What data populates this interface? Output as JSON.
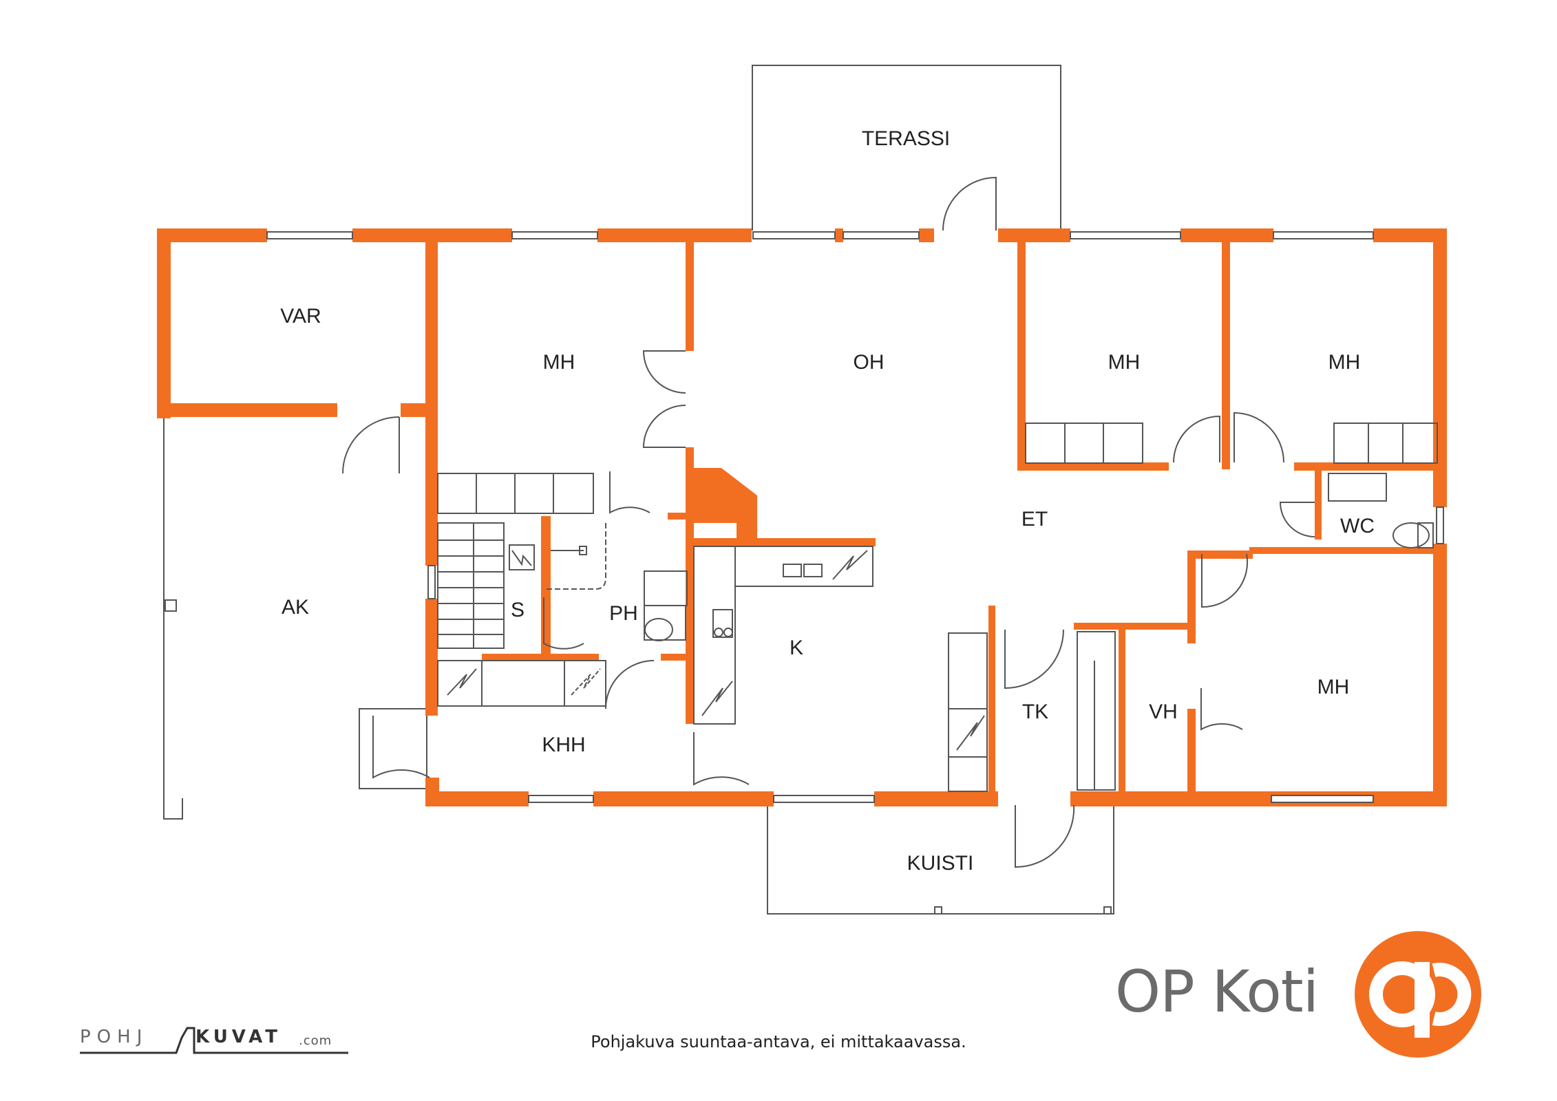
{
  "colors": {
    "wall": "#f26f22",
    "line": "#555555",
    "brand_text": "#6b6b6b",
    "brand_logo": "#f26f22"
  },
  "rooms": [
    {
      "id": "terassi",
      "label": "TERASSI"
    },
    {
      "id": "var",
      "label": "VAR"
    },
    {
      "id": "mh-1",
      "label": "MH"
    },
    {
      "id": "oh",
      "label": "OH"
    },
    {
      "id": "mh-2",
      "label": "MH"
    },
    {
      "id": "mh-3",
      "label": "MH"
    },
    {
      "id": "et",
      "label": "ET"
    },
    {
      "id": "wc",
      "label": "WC"
    },
    {
      "id": "ak",
      "label": "AK"
    },
    {
      "id": "s",
      "label": "S"
    },
    {
      "id": "ph",
      "label": "PH"
    },
    {
      "id": "k",
      "label": "K"
    },
    {
      "id": "tk",
      "label": "TK"
    },
    {
      "id": "vh",
      "label": "VH"
    },
    {
      "id": "mh-4",
      "label": "MH"
    },
    {
      "id": "khh",
      "label": "KHH"
    },
    {
      "id": "kuisti",
      "label": "KUISTI"
    }
  ],
  "caption": "Pohjakuva suuntaa-antava, ei mittakaavassa.",
  "brand": {
    "name": "OP Koti",
    "logo_icon": "op-logo-icon"
  },
  "credit": {
    "part1": "POHJ",
    "part2": "KUVAT",
    "part3": ".com"
  }
}
